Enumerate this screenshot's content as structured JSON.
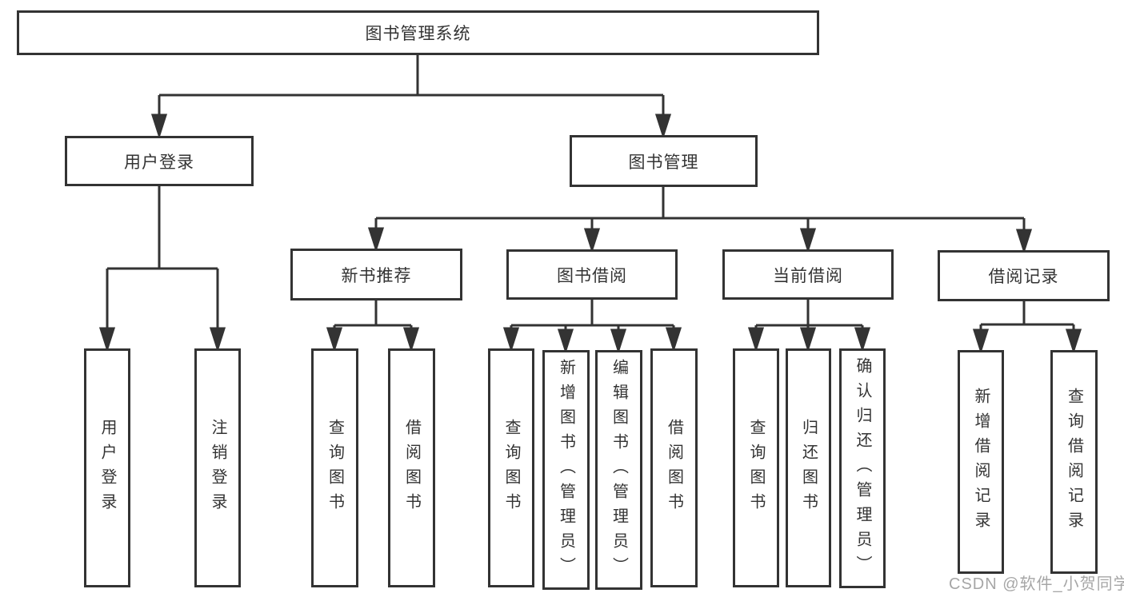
{
  "page": {
    "background": "#ffffff",
    "watermark": "CSDN @软件_小贺同学"
  },
  "colors": {
    "line": "#333333",
    "border": "#333333",
    "text": "#333333",
    "watermark": "#969696",
    "box_fill": "#ffffff"
  },
  "diagram_type": "hierarchy-tree",
  "tree": {
    "root": {
      "label": "图书管理系统",
      "children": [
        {
          "label": "用户登录",
          "children": [
            {
              "label": "用户登录"
            },
            {
              "label": "注销登录"
            }
          ]
        },
        {
          "label": "图书管理",
          "children": [
            {
              "label": "新书推荐",
              "children": [
                {
                  "label": "查询图书"
                },
                {
                  "label": "借阅图书"
                }
              ]
            },
            {
              "label": "图书借阅",
              "children": [
                {
                  "label": "查询图书"
                },
                {
                  "label": "新增图书（管理员）"
                },
                {
                  "label": "编辑图书（管理员）"
                },
                {
                  "label": "借阅图书"
                }
              ]
            },
            {
              "label": "当前借阅",
              "children": [
                {
                  "label": "查询图书"
                },
                {
                  "label": "归还图书"
                },
                {
                  "label": "确认归还（管理员）"
                }
              ]
            },
            {
              "label": "借阅记录",
              "children": [
                {
                  "label": "新增借阅记录"
                },
                {
                  "label": "查询借阅记录"
                }
              ]
            }
          ]
        }
      ]
    }
  }
}
